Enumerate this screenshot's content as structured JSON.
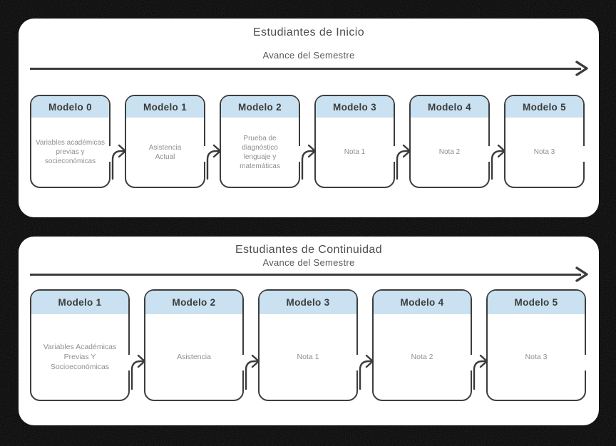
{
  "colors": {
    "bg": "#000000",
    "panel_bg": "#ffffff",
    "card_border": "#3d3d3d",
    "card_header_bg": "#c9e1f0",
    "card_header_text": "#3c3c3c",
    "card_body_text": "#8f8f8f",
    "title_text": "#4d4d4d",
    "subtitle_text": "#585858",
    "arrow_color": "#3b3b3b"
  },
  "panels": [
    {
      "title": "Estudiantes de Inicio",
      "subtitle": "Avance del Semestre",
      "cards": [
        {
          "header": "Modelo 0",
          "body": "Variables académicas\nprevias y\nsocieconómicas"
        },
        {
          "header": "Modelo 1",
          "body": "Asistencia\nActual"
        },
        {
          "header": "Modelo 2",
          "body": "Prueba de\ndiagnóstico\nlenguaje y\nmatemáticas"
        },
        {
          "header": "Modelo 3",
          "body": "Nota 1"
        },
        {
          "header": "Modelo 4",
          "body": "Nota 2"
        },
        {
          "header": "Modelo 5",
          "body": "Nota 3"
        }
      ]
    },
    {
      "title": "Estudiantes de Continuidad",
      "subtitle": "Avance del Semestre",
      "cards": [
        {
          "header": "Modelo 1",
          "body": "Variables Académicas\nPrevias Y\nSocioeconómicas"
        },
        {
          "header": "Modelo 2",
          "body": "Asistencia"
        },
        {
          "header": "Modelo 3",
          "body": "Nota 1"
        },
        {
          "header": "Modelo 4",
          "body": "Nota 2"
        },
        {
          "header": "Modelo 5",
          "body": "Nota 3"
        }
      ]
    }
  ]
}
